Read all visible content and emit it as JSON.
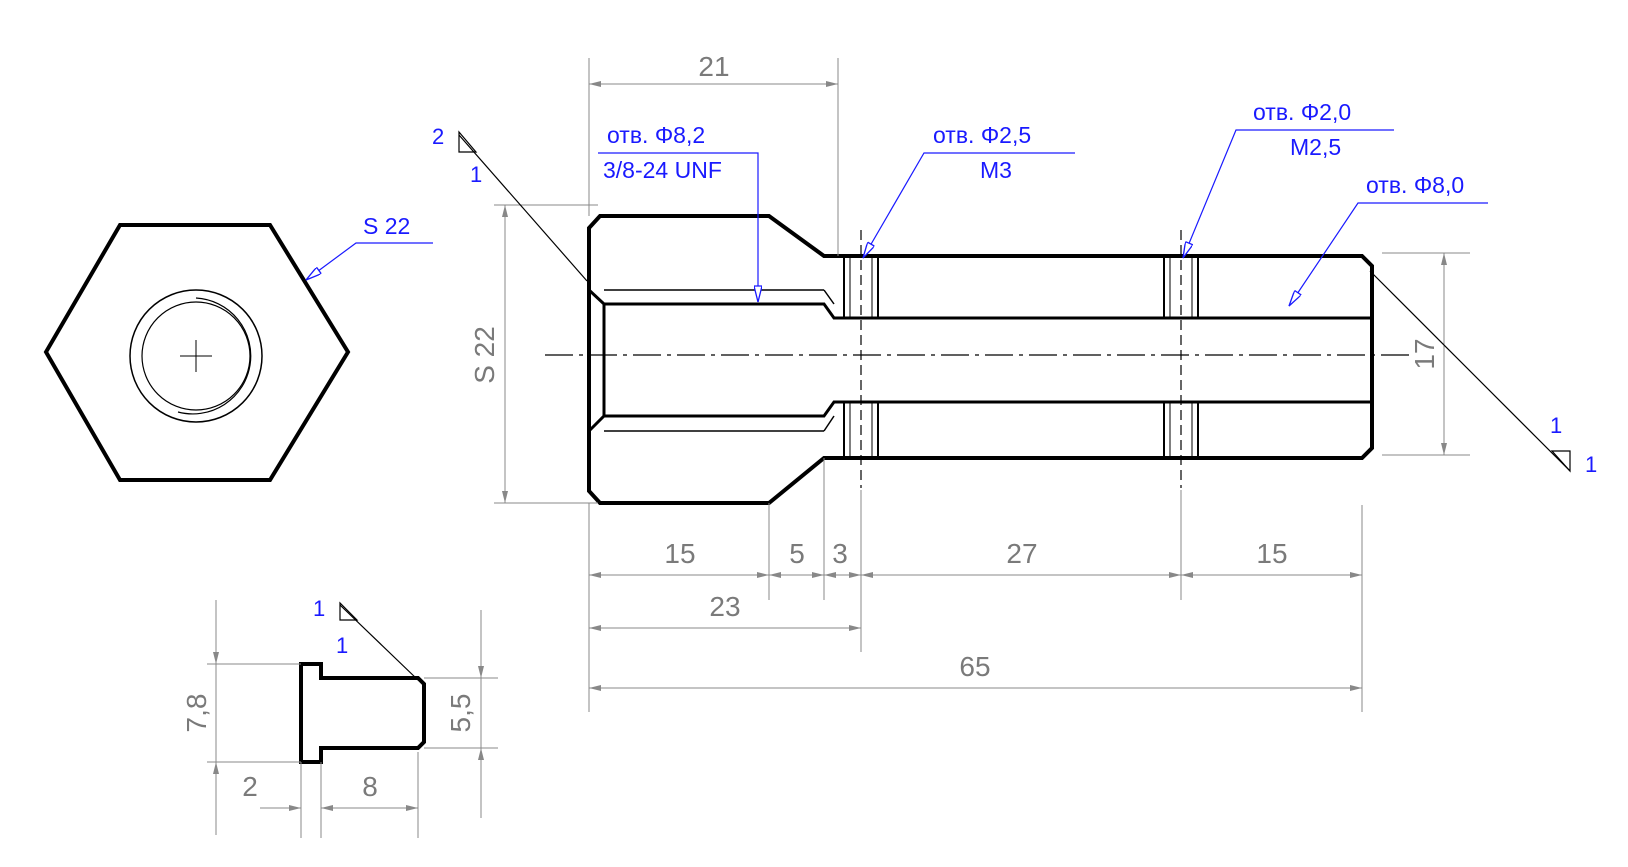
{
  "dimensions": {
    "top_21": "21",
    "s22_vertical": "S 22",
    "d15": "15",
    "d5": "5",
    "d3": "3",
    "d27": "27",
    "d15b": "15",
    "d23": "23",
    "d65": "65",
    "d17": "17",
    "small_78": "7,8",
    "small_55": "5,5",
    "small_2": "2",
    "small_8": "8"
  },
  "notes": {
    "hex_size": "S 22",
    "hole1_top": "отв. Φ8,2",
    "hole1_bottom": "3/8-24 UNF",
    "hole2_top": "отв. Φ2,5",
    "hole2_bottom": "M3",
    "hole3_top": "отв. Φ2,0",
    "hole3_bottom": "M2,5",
    "hole4": "отв. Φ8,0"
  },
  "chamfers": {
    "left_top": "2",
    "left_bottom": "1",
    "right_top": "1",
    "right_bottom": "1",
    "small_top": "1",
    "small_bottom": "1"
  },
  "colors": {
    "outline": "#000000",
    "dimension": "#7a7a7a",
    "annotation": "#1a1aff"
  }
}
